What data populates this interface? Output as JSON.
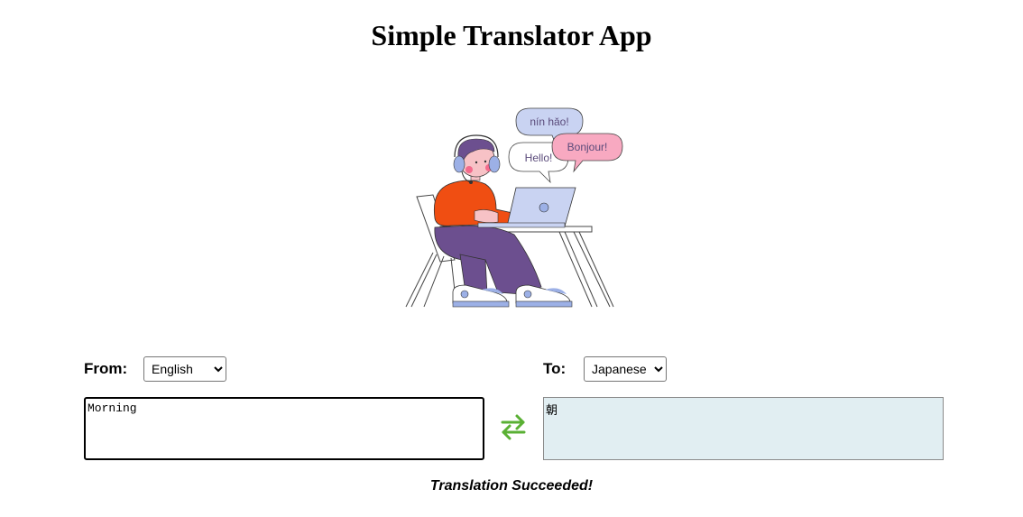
{
  "page": {
    "title": "Simple Translator App"
  },
  "illustration": {
    "bubbles": [
      "nín hǎo!",
      "Bonjour!",
      "Hello!"
    ]
  },
  "from": {
    "label": "From:",
    "selected": "English"
  },
  "to": {
    "label": "To:",
    "selected": "Japanese"
  },
  "source": {
    "value": "Morning"
  },
  "target": {
    "value": "朝"
  },
  "swap": {
    "icon": "swap-arrows-icon",
    "color": "#5ab034"
  },
  "status": {
    "message": "Translation Succeeded!"
  },
  "colors": {
    "output_bg": "#e1eef2",
    "shirt": "#f04e12",
    "pants": "#6c4f8f",
    "laptop": "#c9d3f2",
    "bubble_pink": "#f8a9c1",
    "bubble_blue": "#c9d3f2"
  }
}
